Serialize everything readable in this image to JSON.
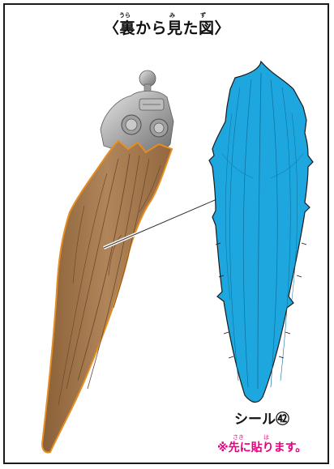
{
  "title": "〈裏から見た図〉",
  "title_furigana": {
    "ura": "うら",
    "mi": "み",
    "zu": "ず"
  },
  "sticker_label": "シール㊷",
  "note": "※先に貼ります。",
  "note_furigana": {
    "saki": "さき",
    "ha": "は"
  },
  "colors": {
    "sticker_blue": "#1ea6de",
    "weapon_brown": "#a07548",
    "outline_orange": "#e58c22",
    "metal_gray": "#a9a9a9",
    "note_magenta": "#e4007f"
  },
  "icons": [
    "weapon-blade",
    "handle-mechanism",
    "sticker-shape",
    "leader-line"
  ]
}
